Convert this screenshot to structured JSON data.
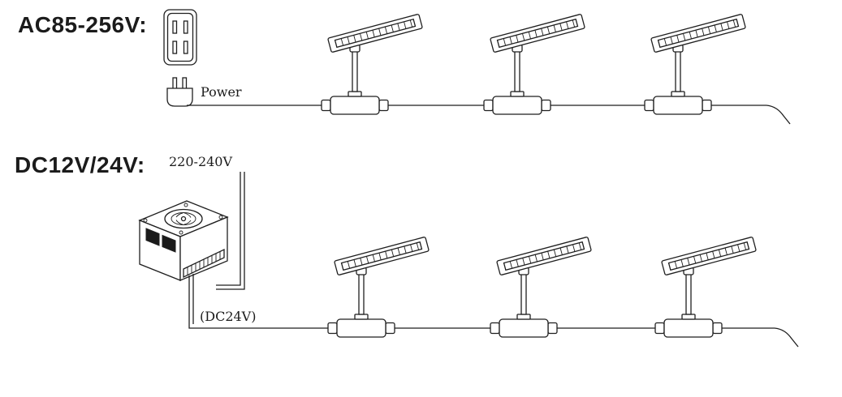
{
  "page": {
    "background": "#ffffff"
  },
  "diagram": {
    "ac_section": {
      "title": "AC85-256V:",
      "power_label": "Power",
      "fixture_count": 3
    },
    "dc_section": {
      "title": "DC12V/24V:",
      "input_voltage_label": "220-240V",
      "output_voltage_label": "(DC24V)",
      "fixture_count": 3
    },
    "colors": {
      "line": "#1f1f1f",
      "vent_fill": "#1a1a1a",
      "background": "#ffffff"
    },
    "icons": [
      "wall-outlet-icon",
      "power-plug-icon",
      "led-bar-light-icon",
      "junction-box-icon",
      "power-supply-icon",
      "cooling-fan-icon"
    ]
  }
}
